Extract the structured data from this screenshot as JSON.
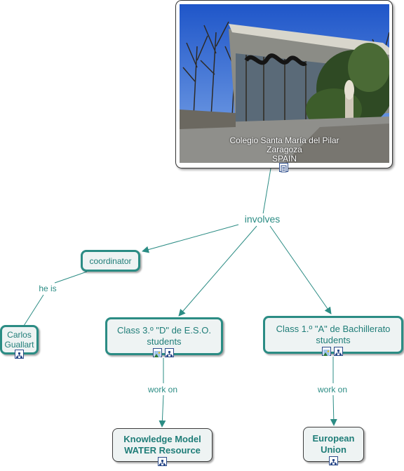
{
  "concepts": {
    "image_caption": "Colegio Santa María del Pilar\nZaragoza\nSPAIN",
    "coordinator": "coordinator",
    "carlos": "Carlos\nGuallart",
    "class_eso": "Class 3.º \"D\" de E.S.O.\nstudents",
    "class_bach": "Class 1.º \"A\" de Bachillerato\nstudents",
    "knowledge": "Knowledge Model\nWATER Resource",
    "eu": "European\nUnion"
  },
  "links": {
    "involves": "involves",
    "he_is": "he is",
    "work_on_left": "work on",
    "work_on_right": "work on"
  },
  "icons": {
    "image_node": [
      "document-icon"
    ],
    "carlos": [
      "concept-map-icon"
    ],
    "class_eso": [
      "image-icon",
      "concept-map-icon"
    ],
    "class_bach": [
      "image-icon",
      "concept-map-icon"
    ],
    "knowledge": [
      "concept-map-icon"
    ],
    "eu": [
      "concept-map-icon"
    ]
  },
  "colors": {
    "accent": "#2b8c84",
    "text": "#1f7d78",
    "node_fill": "#eef3f3",
    "sky": "#3d6fd4"
  }
}
